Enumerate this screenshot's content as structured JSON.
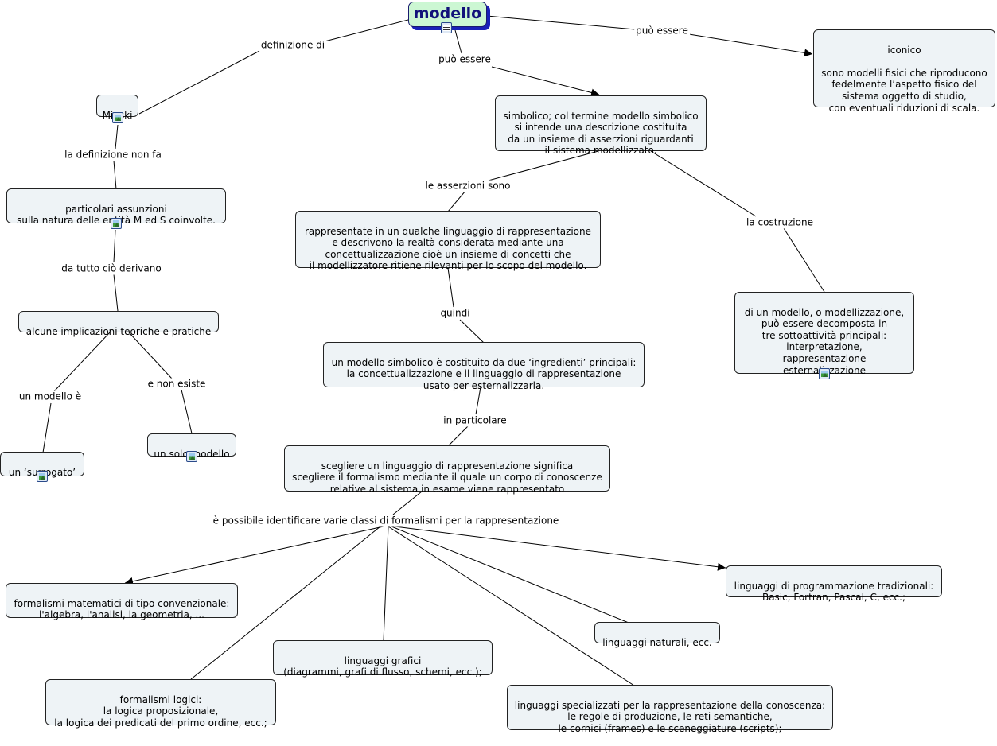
{
  "root": {
    "title": "modello"
  },
  "nodes": {
    "minski": "Minski",
    "assunzioni": "particolari assunzioni\nsulla natura delle entità M ed S coinvolte.",
    "implicazioni": "alcune implicazioni teoriche e pratiche",
    "surrogato": "un ‘surrogato’",
    "solo_modello": "un solo modello",
    "iconico": "iconico\n\nsono modelli fisici che riproducono\nfedelmente l’aspetto fisico del\nsistema oggetto di studio,\ncon eventuali riduzioni di scala.",
    "simbolico": "simbolico; col termine modello simbolico\nsi intende una descrizione costituita\nda un insieme di asserzioni riguardanti\nil sistema modellizzato.",
    "rappresentate": "rappresentate in un qualche linguaggio di rappresentazione\ne descrivono la realtà considerata mediante una\nconcettualizzazione cioè un insieme di concetti che\nil modellizzatore ritiene rilevanti per lo scopo del modello.",
    "costruzione": "di un modello, o modellizzazione,\npuò essere  decomposta in\ntre sottoattività principali:\ninterpretazione,\nrappresentazione\nesternalizzazione",
    "ingredienti": "un modello simbolico è costituito da due ‘ingredienti’ principali:\nla concettualizzazione e il linguaggio di rappresentazione\nusato per esternalizzarla.",
    "scegliere": "scegliere un linguaggio di rappresentazione significa\nscegliere il formalismo mediante il quale un corpo di conoscenze\nrelative al sistema in esame viene rappresentato",
    "matematici": "formalismi matematici di tipo convenzionale:\nl'algebra, l'analisi, la geometria, ...",
    "logici": "formalismi logici:\nla logica proposizionale,\nla logica dei predicati del primo ordine, ecc.;",
    "grafici": "linguaggi grafici\n(diagrammi, grafi di flusso, schemi, ecc.);",
    "specializzati": "linguaggi specializzati per la rappresentazione della conoscenza:\nle regole di produzione, le reti semantiche,\nle cornici (frames) e le sceneggiature (scripts);",
    "naturali": "linguaggi naturali, ecc.",
    "programmazione": "linguaggi di programmazione tradizionali:\nBasic, Fortran, Pascal, C, ecc.;"
  },
  "links": {
    "definizione_di": "definizione di",
    "puo_essere_1": "può essere",
    "puo_essere_2": "può essere",
    "definizione_non_fa": "la definizione non fa",
    "da_tutto": "da tutto ciò derivano",
    "un_modello_e": "un modello è",
    "e_non_esiste": "e non esiste",
    "asserzioni_sono": "le asserzioni sono",
    "la_costruzione": "la costruzione",
    "quindi": "quindi",
    "in_particolare": "in particolare",
    "classi": "è possibile identificare varie classi di formalismi per la rappresentazione"
  },
  "icons": {
    "root": "document-icon",
    "minski": "image-icon",
    "assunzioni": "image-icon",
    "surrogato": "image-icon",
    "solo_modello": "image-icon",
    "costruzione": "image-icon"
  },
  "colors": {
    "root_fill": "#ccf7d3",
    "root_text": "#12127a",
    "root_shadow": "#1a20b8",
    "node_fill": "#eef3f6",
    "line": "#000000"
  }
}
